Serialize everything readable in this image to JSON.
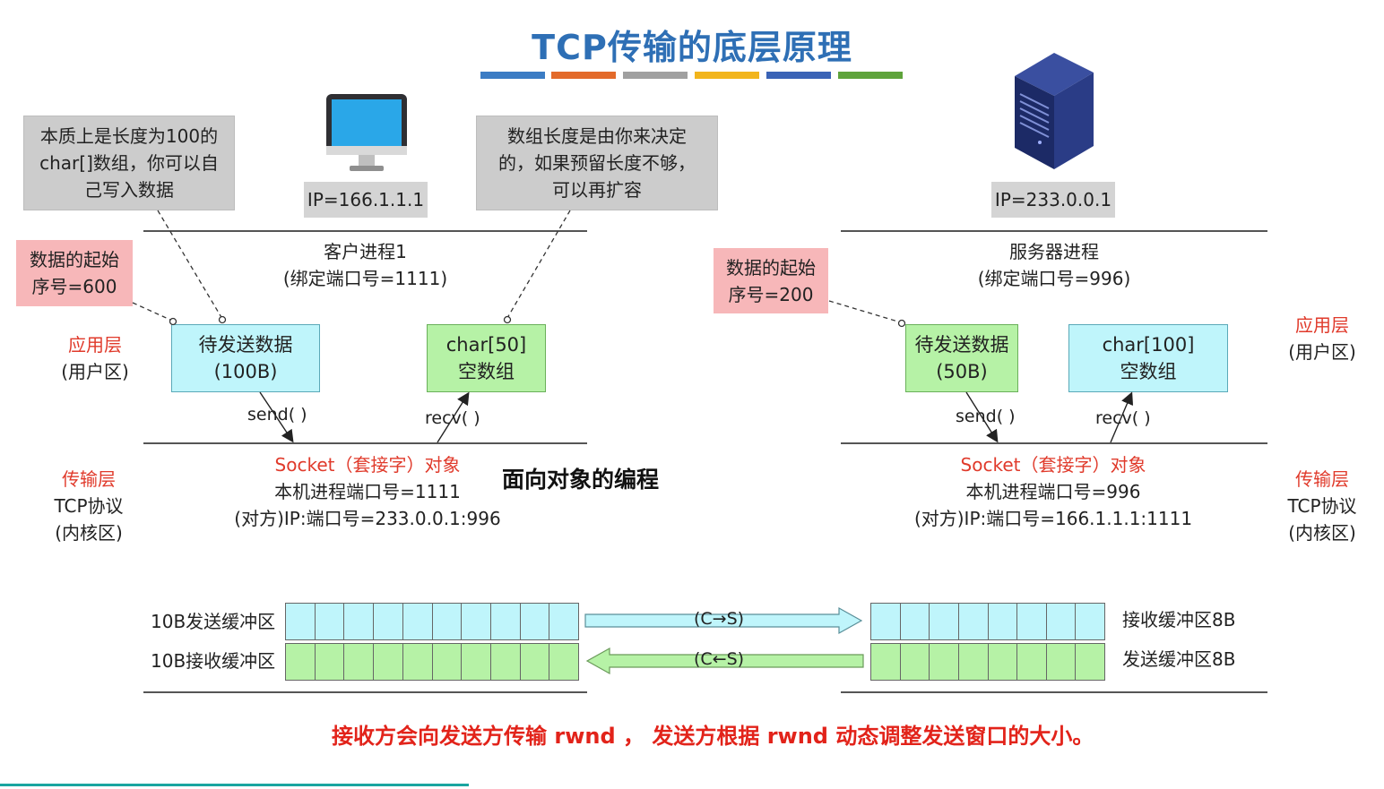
{
  "title": "TCP传输的底层原理",
  "stripe_colors": [
    "#3b7cc4",
    "#e36a2a",
    "#a0a0a0",
    "#f2b51c",
    "#3a63b6",
    "#5ea33b"
  ],
  "client": {
    "note_left": [
      "本质上是长度为100的",
      "char[]数组，你可以自",
      "己写入数据"
    ],
    "note_right": [
      "数组长度是由你来决定",
      "的，如果预留长度不够，",
      "可以再扩容"
    ],
    "ip": "IP=166.1.1.1",
    "process_name": "客户进程1",
    "process_port": "(绑定端口号=1111)",
    "seq_label": [
      "数据的起始",
      "序号=600"
    ],
    "send_box": [
      "待发送数据",
      "(100B)"
    ],
    "recv_box": [
      "char[50]",
      "空数组"
    ],
    "send_call": "send( )",
    "recv_call": "recv( )",
    "socket_title": "Socket（套接字）对象",
    "socket_port": "本机进程端口号=1111",
    "socket_peer": "(对方)IP:端口号=233.0.0.1:996"
  },
  "server": {
    "ip": "IP=233.0.0.1",
    "process_name": "服务器进程",
    "process_port": "(绑定端口号=996)",
    "seq_label": [
      "数据的起始",
      "序号=200"
    ],
    "send_box": [
      "待发送数据",
      "(50B)"
    ],
    "recv_box": [
      "char[100]",
      "空数组"
    ],
    "send_call": "send( )",
    "recv_call": "recv( )",
    "socket_title": "Socket（套接字）对象",
    "socket_port": "本机进程端口号=996",
    "socket_peer": "(对方)IP:端口号=166.1.1.1:1111"
  },
  "layers": {
    "app_title": "应用层",
    "app_sub": "(用户区)",
    "transport_title": "传输层",
    "transport_proto": "TCP协议",
    "transport_sub": "(内核区)"
  },
  "oop_label": "面向对象的编程",
  "buffers": {
    "client_send_label": "10B发送缓冲区",
    "client_recv_label": "10B接收缓冲区",
    "server_recv_label": "接收缓冲区8B",
    "server_send_label": "发送缓冲区8B",
    "client_cells": 10,
    "server_cells": 8,
    "arrow_cs": "(C→S)",
    "arrow_sc": "(C←S)"
  },
  "footer": "接收方会向发送方传输 rwnd ， 发送方根据 rwnd 动态调整发送窗口的大小。"
}
